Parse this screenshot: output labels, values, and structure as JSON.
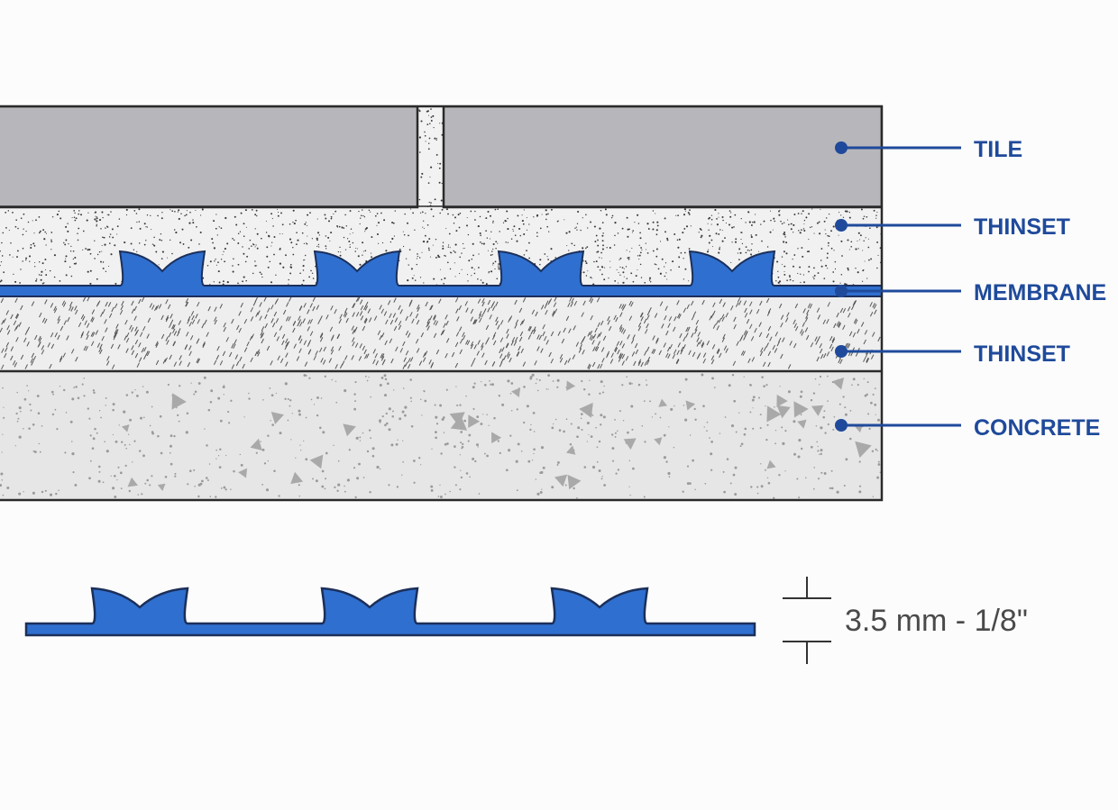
{
  "colors": {
    "background": "#fcfcfc",
    "tile": "#b7b6bb",
    "thinset": "#eeeeee",
    "concrete": "#e6e6e6",
    "membrane": "#2f6fcf",
    "label": "#1f4a9b",
    "outline": "#2a2a2a",
    "dimension_text": "#4a4a4a"
  },
  "labels": {
    "tile": "TILE",
    "thinset_top": "THINSET",
    "membrane": "MEMBRANE",
    "thinset_bottom": "THINSET",
    "concrete": "CONCRETE"
  },
  "dimension": {
    "text": "3.5 mm - 1/8\""
  }
}
